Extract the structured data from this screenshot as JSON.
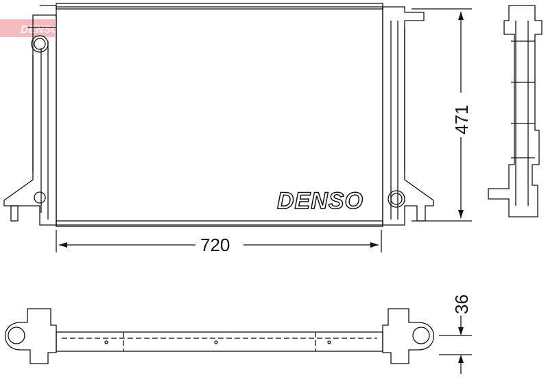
{
  "brand": "DENSO",
  "watermark": "DENSO",
  "dimensions": {
    "width": "720",
    "height": "471",
    "depth": "36"
  },
  "colors": {
    "line": "#111111",
    "watermark": "#e23b4a"
  }
}
